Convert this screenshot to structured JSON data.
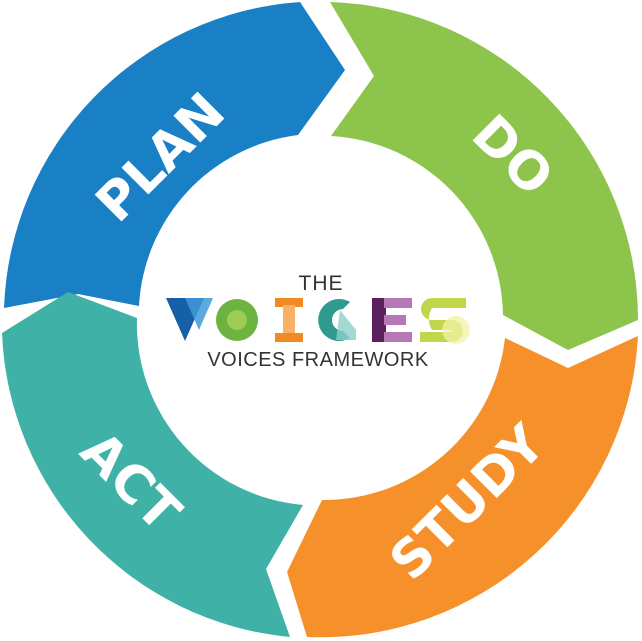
{
  "cycle": {
    "segments": [
      {
        "key": "plan",
        "label": "PLAN",
        "color": "#1a80c6"
      },
      {
        "key": "do",
        "label": "DO",
        "color": "#8dc44b"
      },
      {
        "key": "study",
        "label": "STUDY",
        "color": "#f6902b"
      },
      {
        "key": "act",
        "label": "ACT",
        "color": "#3fb1a7"
      }
    ]
  },
  "logo": {
    "the": "THE",
    "word": "VOICES",
    "subtitle": "VOICES FRAMEWORK",
    "letter_colors": {
      "V": [
        "#1560a8",
        "#3f9ad8"
      ],
      "O": [
        "#6db33f",
        "#9ccc55"
      ],
      "I": [
        "#f08a24",
        "#f7b267"
      ],
      "C": [
        "#2f9a8f",
        "#8bcfc9"
      ],
      "E": [
        "#5b1e5e",
        "#b779b5"
      ],
      "S": [
        "#c3d64a",
        "#f1f1a8"
      ]
    }
  }
}
